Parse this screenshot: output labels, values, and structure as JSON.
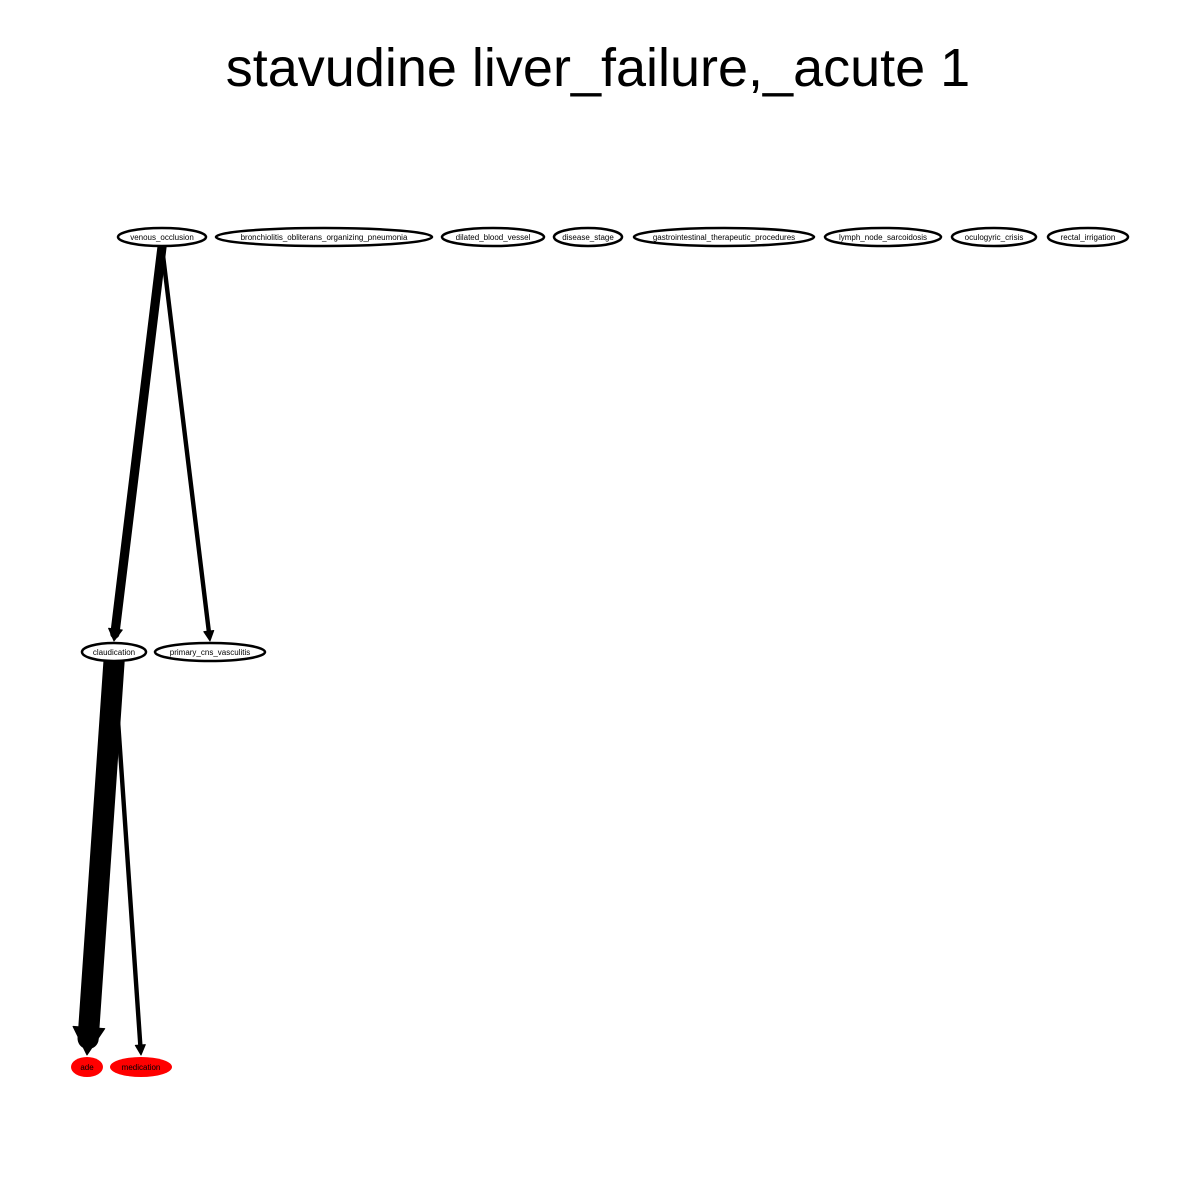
{
  "title": "stavudine liver_failure,_acute 1",
  "colors": {
    "outcome_fill": "#ff0000",
    "edge": "#000000",
    "node_stroke": "#000000",
    "background": "#ffffff"
  },
  "nodes": [
    {
      "id": "venous_occlusion",
      "label": "venous_occlusion",
      "kind": "regular"
    },
    {
      "id": "bronchiolitis_obliterans_organizing_pneumonia",
      "label": "bronchiolitis_obliterans_organizing_pneumonia",
      "kind": "regular"
    },
    {
      "id": "dilated_blood_vessel",
      "label": "dilated_blood_vessel",
      "kind": "regular"
    },
    {
      "id": "disease_stage",
      "label": "disease_stage",
      "kind": "regular"
    },
    {
      "id": "gastrointestinal_therapeutic_procedures",
      "label": "gastrointestinal_therapeutic_procedures",
      "kind": "regular"
    },
    {
      "id": "lymph_node_sarcoidosis",
      "label": "lymph_node_sarcoidosis",
      "kind": "regular"
    },
    {
      "id": "oculogyric_crisis",
      "label": "oculogyric_crisis",
      "kind": "regular"
    },
    {
      "id": "rectal_irrigation",
      "label": "rectal_irrigation",
      "kind": "regular"
    },
    {
      "id": "claudication",
      "label": "claudication",
      "kind": "regular"
    },
    {
      "id": "primary_cns_vasculitis",
      "label": "primary_cns_vasculitis",
      "kind": "regular"
    },
    {
      "id": "ade",
      "label": "ade",
      "kind": "outcome"
    },
    {
      "id": "medication",
      "label": "medication",
      "kind": "outcome"
    }
  ],
  "edges": [
    {
      "from": "venous_occlusion",
      "to": "claudication",
      "weight": 3
    },
    {
      "from": "venous_occlusion",
      "to": "primary_cns_vasculitis",
      "weight": 1
    },
    {
      "from": "claudication",
      "to": "ade",
      "weight": 8
    },
    {
      "from": "claudication",
      "to": "medication",
      "weight": 1
    }
  ]
}
